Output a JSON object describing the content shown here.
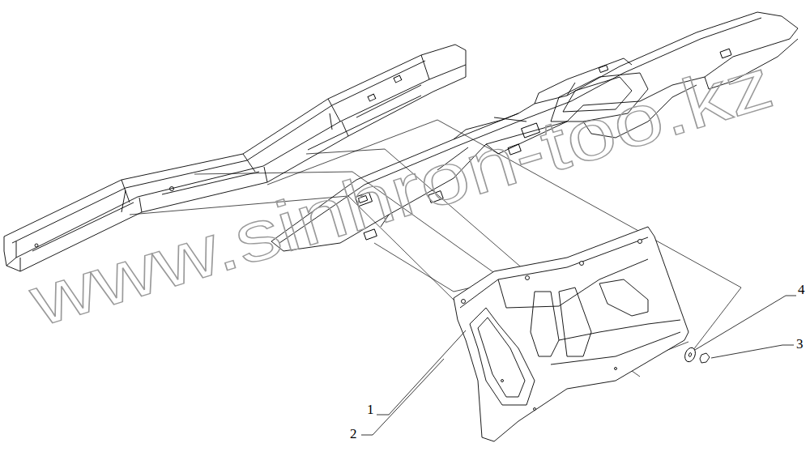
{
  "diagram": {
    "labels": [
      "1",
      "2",
      "3",
      "4",
      "www.sinhron-too.kz"
    ]
  }
}
